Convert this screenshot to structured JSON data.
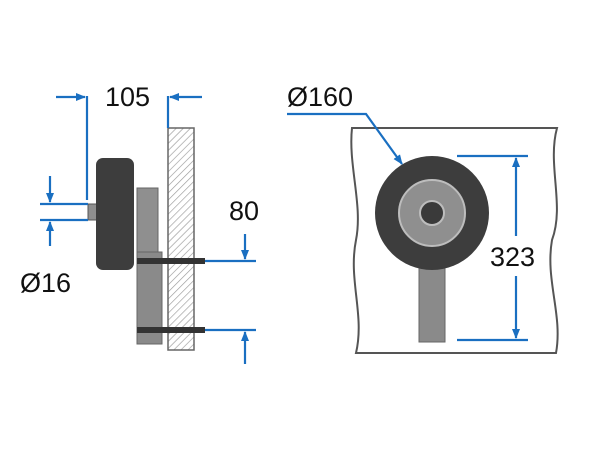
{
  "labels": {
    "offset": "105",
    "axle_diameter": "Ø16",
    "spacing": "80",
    "wheel_diameter": "Ø160",
    "height": "323"
  },
  "colors": {
    "dimension": "#1a6fc1",
    "wheel": "#3d3d3d",
    "hub": "#8f8f8f",
    "bracket": "#8a8a8a",
    "outline": "#555555"
  }
}
